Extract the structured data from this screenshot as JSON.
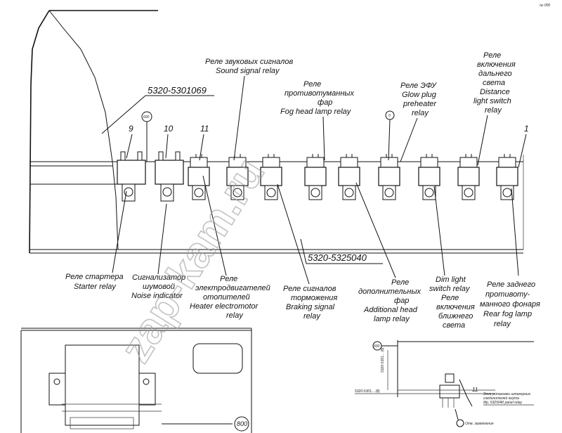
{
  "part_numbers": {
    "bracket_top": "5320-5301069",
    "panel_bottom": "5320-5325040"
  },
  "callouts": {
    "n9": "9",
    "n10": "10",
    "n11": "11",
    "n1": "1",
    "c600_top": "600",
    "c0": "0",
    "c800": "800",
    "c600_detail": "600",
    "n11_detail": "11"
  },
  "labels_top": {
    "sound": [
      "Реле звуковых сигналов",
      "Sound signal relay"
    ],
    "fog": [
      "Реле",
      "противотуманных",
      "фар",
      "Fog head lamp relay"
    ],
    "glow": [
      "Реле ЭФУ",
      "Glow plug",
      "preheater",
      "relay"
    ],
    "distance": [
      "Реле",
      "включения",
      "дальнего",
      "света",
      "Distance",
      "light switch",
      "relay"
    ]
  },
  "labels_bottom": {
    "starter": [
      "Реле стартера",
      "Starter relay"
    ],
    "noise": [
      "Сигнализатор",
      "шумовой",
      "Noise indicator"
    ],
    "heater": [
      "Реле",
      "электродвигателей",
      "отопителей",
      "Heater electromotor",
      "relay"
    ],
    "braking": [
      "Реле сигналов",
      "торможения",
      "Braking signal",
      "relay"
    ],
    "additional": [
      "Реле",
      "дополнительных",
      "фар",
      "Additional head",
      "lamp relay"
    ],
    "dim": [
      "Dim light",
      "switch relay",
      "Реле",
      "включения",
      "ближнего",
      "света"
    ],
    "rear": [
      "Реле заднего",
      "противоту-",
      "манного фонаря",
      "Rear fog lamp",
      "relay"
    ]
  },
  "watermark": "zap-kam.ru",
  "corner_mark": "№ 000",
  "detail_notes": {
    "left_label": "5320-5301... (8)",
    "note1": "Зона установки штекерных",
    "note2": "соединителей жгута",
    "note3": "Мр. 5325040 panel relay",
    "bottom": "Отв. заземления"
  }
}
